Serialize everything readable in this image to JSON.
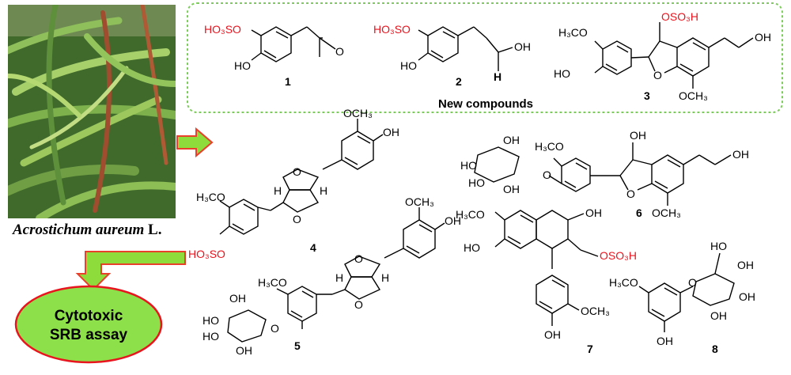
{
  "species": {
    "genus_species": "Acrostichum aureum",
    "author": "L."
  },
  "assay": {
    "line1": "Cytotoxic",
    "line2": "SRB assay"
  },
  "new_compounds_label": "New compounds",
  "compound_numbers": [
    "1",
    "2",
    "3",
    "4",
    "5",
    "6",
    "7",
    "8"
  ],
  "groups": {
    "so3_1": "HO₃SO",
    "so3_2": "HO₃SO",
    "so3_4": "HO₃SO",
    "oso3h_3": "OSO₃H",
    "oso3h_7": "OSO₃H",
    "ho": "HO",
    "oh": "OH",
    "o": "O",
    "h": "H",
    "h3co": "H₃CO",
    "och3": "OCH₃"
  },
  "colors": {
    "accent_red": "#e8141e",
    "border_green": "#7ccc5a",
    "arrow_green": "#8ddc3c",
    "arrow_red": "#e8402a",
    "ellipse_green": "#8ee04a"
  }
}
